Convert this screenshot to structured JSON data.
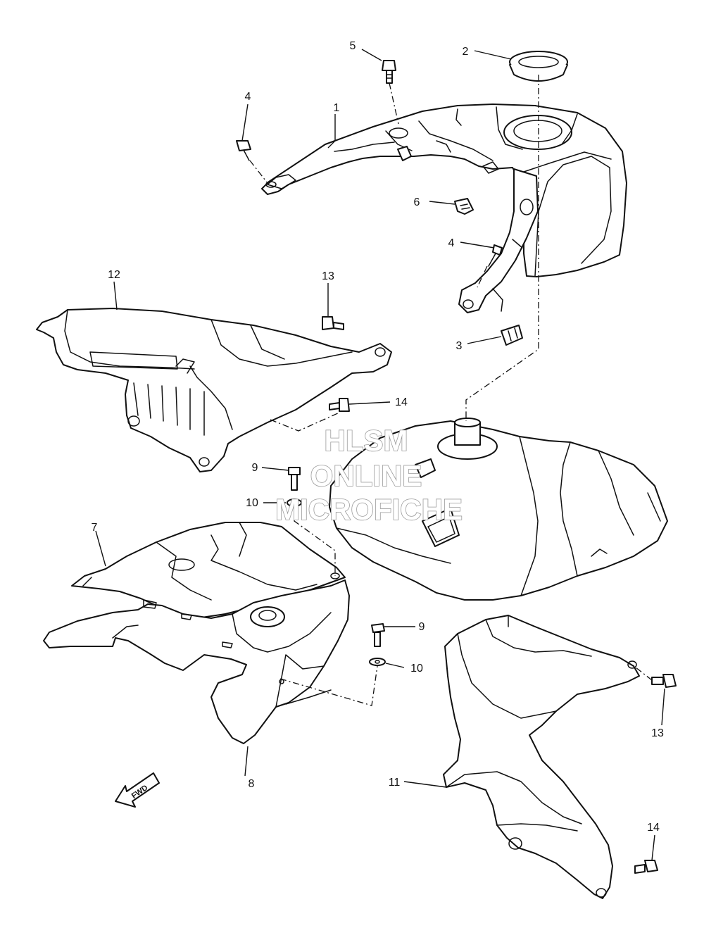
{
  "diagram": {
    "callouts": [
      {
        "id": "c1",
        "label": "1"
      },
      {
        "id": "c2",
        "label": "2"
      },
      {
        "id": "c3",
        "label": "3"
      },
      {
        "id": "c4a",
        "label": "4"
      },
      {
        "id": "c4b",
        "label": "4"
      },
      {
        "id": "c5",
        "label": "5"
      },
      {
        "id": "c6",
        "label": "6"
      },
      {
        "id": "c7",
        "label": "7"
      },
      {
        "id": "c8",
        "label": "8"
      },
      {
        "id": "c9a",
        "label": "9"
      },
      {
        "id": "c9b",
        "label": "9"
      },
      {
        "id": "c10a",
        "label": "10"
      },
      {
        "id": "c10b",
        "label": "10"
      },
      {
        "id": "c11",
        "label": "11"
      },
      {
        "id": "c12",
        "label": "12"
      },
      {
        "id": "c13a",
        "label": "13"
      },
      {
        "id": "c13b",
        "label": "13"
      },
      {
        "id": "c14a",
        "label": "14"
      },
      {
        "id": "c14b",
        "label": "14"
      }
    ],
    "fwd_label": "FWD"
  },
  "watermark": {
    "line1": "HLSM",
    "line2": "ONLINE",
    "line3": "MICROFICHE"
  },
  "colors": {
    "line": "#111111",
    "background": "#ffffff",
    "watermark_outline": "#9a9a9a"
  }
}
